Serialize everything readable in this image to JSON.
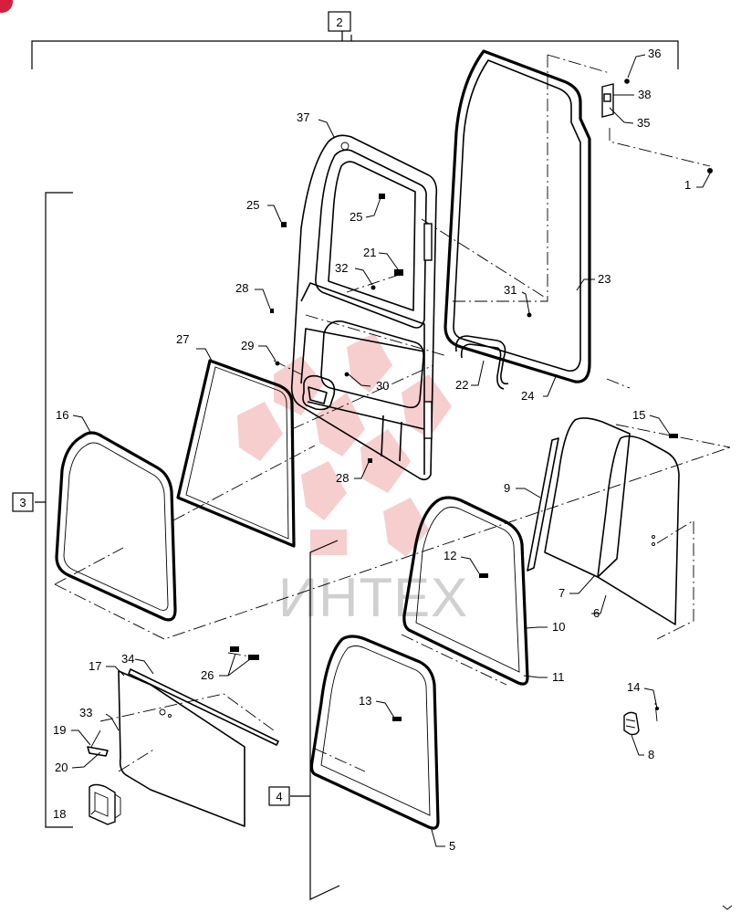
{
  "watermark": {
    "text": "ИНТЕХ",
    "color": "#f0a7a7"
  },
  "corner_badge": {
    "color": "#d71f3c"
  },
  "group_boxes": [
    {
      "id": "2",
      "label": "2"
    },
    {
      "id": "3",
      "label": "3"
    },
    {
      "id": "4",
      "label": "4"
    }
  ],
  "callouts": [
    {
      "id": "c1",
      "label": "1"
    },
    {
      "id": "c5",
      "label": "5"
    },
    {
      "id": "c6",
      "label": "6"
    },
    {
      "id": "c7",
      "label": "7"
    },
    {
      "id": "c8",
      "label": "8"
    },
    {
      "id": "c9",
      "label": "9"
    },
    {
      "id": "c10",
      "label": "10"
    },
    {
      "id": "c11",
      "label": "11"
    },
    {
      "id": "c12",
      "label": "12"
    },
    {
      "id": "c13",
      "label": "13"
    },
    {
      "id": "c14",
      "label": "14"
    },
    {
      "id": "c15",
      "label": "15"
    },
    {
      "id": "c16",
      "label": "16"
    },
    {
      "id": "c17",
      "label": "17"
    },
    {
      "id": "c18",
      "label": "18"
    },
    {
      "id": "c19",
      "label": "19"
    },
    {
      "id": "c20",
      "label": "20"
    },
    {
      "id": "c21",
      "label": "21"
    },
    {
      "id": "c22",
      "label": "22"
    },
    {
      "id": "c23",
      "label": "23"
    },
    {
      "id": "c24",
      "label": "24"
    },
    {
      "id": "c25a",
      "label": "25"
    },
    {
      "id": "c25b",
      "label": "25"
    },
    {
      "id": "c26",
      "label": "26"
    },
    {
      "id": "c27",
      "label": "27"
    },
    {
      "id": "c28a",
      "label": "28"
    },
    {
      "id": "c28b",
      "label": "28"
    },
    {
      "id": "c29",
      "label": "29"
    },
    {
      "id": "c30",
      "label": "30"
    },
    {
      "id": "c31",
      "label": "31"
    },
    {
      "id": "c32",
      "label": "32"
    },
    {
      "id": "c33",
      "label": "33"
    },
    {
      "id": "c34",
      "label": "34"
    },
    {
      "id": "c35",
      "label": "35"
    },
    {
      "id": "c36",
      "label": "36"
    },
    {
      "id": "c37",
      "label": "37"
    },
    {
      "id": "c38",
      "label": "38"
    }
  ]
}
